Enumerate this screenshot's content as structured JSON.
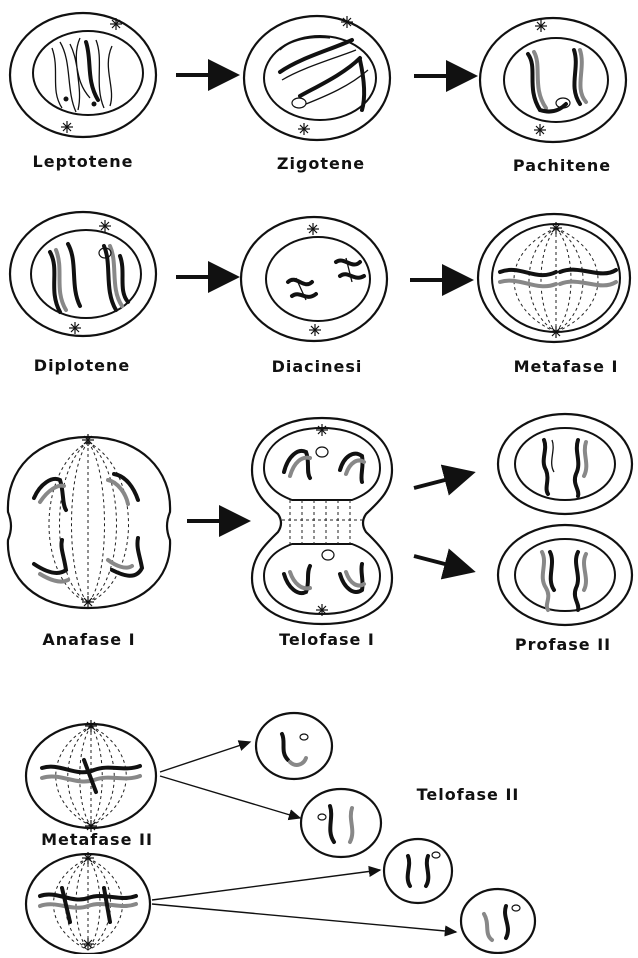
{
  "labels": {
    "leptotene": "Leptotene",
    "zigotene": "Zigotene",
    "pachitene": "Pachitene",
    "diplotene": "Diplotene",
    "diacinesi": "Diacinesi",
    "metafase1": "Metafase I",
    "anafase1": "Anafase I",
    "telofase1": "Telofase I",
    "profase2": "Profase II",
    "metafase2": "Metafase II",
    "telofase2": "Telofase II"
  },
  "colors": {
    "ink": "#111111",
    "gray_chromatid": "#888888",
    "background": "#ffffff"
  }
}
